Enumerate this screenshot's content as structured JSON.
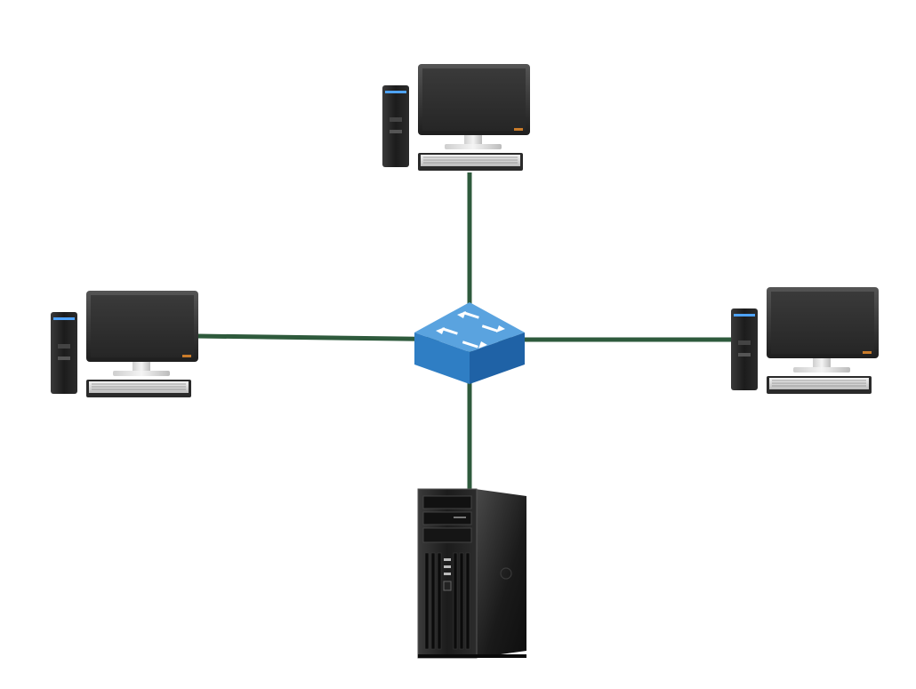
{
  "diagram": {
    "type": "star-topology",
    "colors": {
      "background": "#ffffff",
      "link": "#2e5a3c",
      "switch_top": "#5aa3df",
      "switch_front": "#2f7ec4",
      "switch_side": "#1f62a6",
      "switch_arrow": "#ffffff",
      "monitor_screen": "#2f2f2f",
      "device_body": "#1f1f1f",
      "device_light": "#4ea3ff"
    },
    "hub": {
      "kind": "network-switch",
      "icon": "network-switch-icon"
    },
    "nodes": [
      {
        "id": "top",
        "kind": "desktop-workstation",
        "icon": "desktop-computer-icon"
      },
      {
        "id": "left",
        "kind": "desktop-workstation",
        "icon": "desktop-computer-icon"
      },
      {
        "id": "right",
        "kind": "desktop-workstation",
        "icon": "desktop-computer-icon"
      },
      {
        "id": "bottom",
        "kind": "tower-server",
        "icon": "server-tower-icon"
      }
    ],
    "links": [
      {
        "from": "hub",
        "to": "top"
      },
      {
        "from": "hub",
        "to": "left"
      },
      {
        "from": "hub",
        "to": "right"
      },
      {
        "from": "hub",
        "to": "bottom"
      }
    ]
  }
}
